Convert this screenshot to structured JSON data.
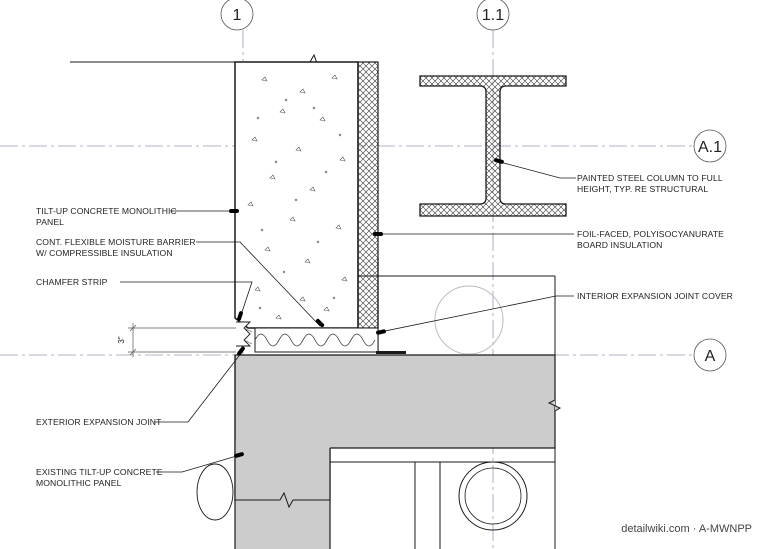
{
  "grid": {
    "col_1": "1",
    "col_1_1": "1.1",
    "row_a1": "A.1",
    "row_a": "A"
  },
  "dimension": "3\"",
  "notes": {
    "tilt_up_panel": [
      "TILT-UP CONCRETE MONOLITHIC",
      "PANEL"
    ],
    "moisture_barrier": [
      "CONT. FLEXIBLE MOISTURE BARRIER",
      "W/ COMPRESSIBLE INSULATION"
    ],
    "chamfer_strip": [
      "CHAMFER STRIP"
    ],
    "exterior_joint": [
      "EXTERIOR EXPANSION JOINT"
    ],
    "existing_panel": [
      "EXISTING TILT-UP CONCRETE",
      "MONOLITHIC PANEL"
    ],
    "steel_column": [
      "PAINTED STEEL COLUMN TO FULL",
      "HEIGHT, TYP. RE STRUCTURAL"
    ],
    "board_insulation": [
      "FOIL-FACED, POLYISOCYANURATE",
      "BOARD INSULATION"
    ],
    "interior_joint_cover": [
      "INTERIOR EXPANSION JOINT COVER"
    ]
  },
  "credit": "detailwiki.com · A-MWNPP",
  "colors": {
    "line": "#1a1a1a",
    "gridline": "#9a9ab8",
    "existing_concrete": "#cccccc"
  }
}
